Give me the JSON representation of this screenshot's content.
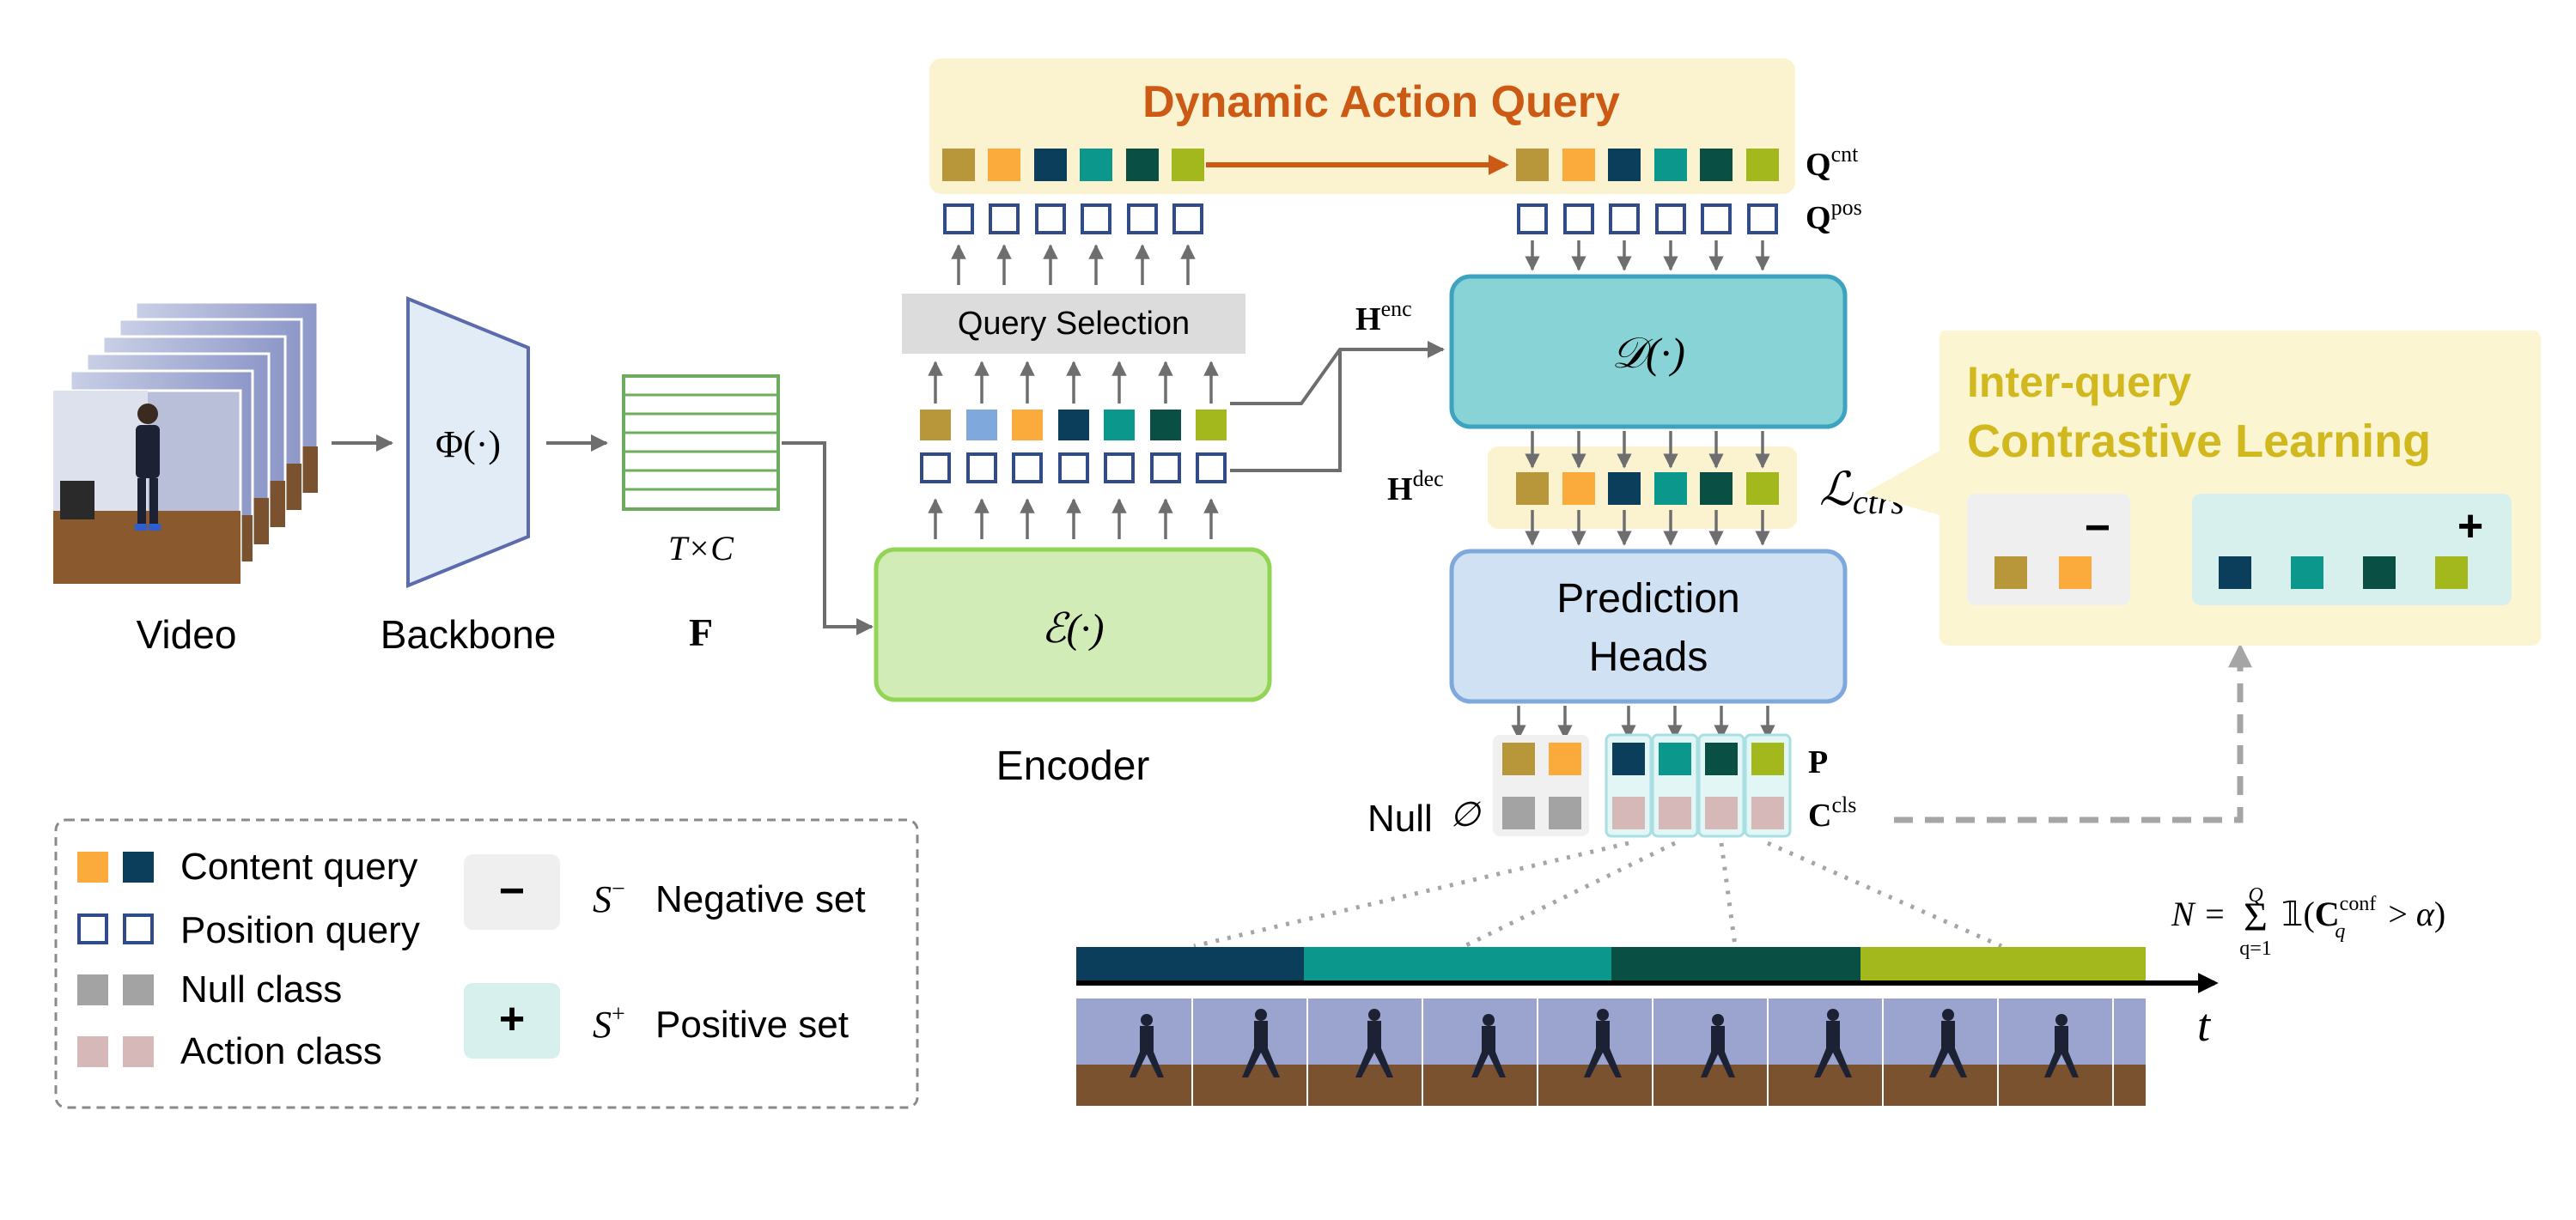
{
  "pipeline": {
    "video_label": "Video",
    "backbone_label": "Backbone",
    "backbone_symbol": "Φ(·)",
    "feature_dim": "T×C",
    "feature_symbol": "F"
  },
  "encoder": {
    "symbol": "ℰ(·)",
    "label": "Encoder"
  },
  "query_selection": {
    "label": "Query Selection",
    "h_enc": "H",
    "h_enc_sup": "enc"
  },
  "dynamic_query": {
    "title": "Dynamic Action Query",
    "q_cnt": "Q",
    "q_cnt_sup": "cnt",
    "q_pos": "Q",
    "q_pos_sup": "pos"
  },
  "decoder": {
    "symbol": "𝒟(·)",
    "h_dec": "H",
    "h_dec_sup": "dec",
    "loss_symbol": "ℒ",
    "loss_sub": "ctrs"
  },
  "prediction": {
    "heads_line1": "Prediction",
    "heads_line2": "Heads",
    "p_label": "P",
    "c_label": "C",
    "c_sup": "cls",
    "null_label": "Null",
    "null_symbol": "∅"
  },
  "contrastive": {
    "title_line1": "Inter-query",
    "title_line2": "Contrastive Learning",
    "neg_sign": "−",
    "pos_sign": "+"
  },
  "timeline": {
    "t_label": "t",
    "count_formula": "N = Σ 𝟙(C",
    "count_formula_sup": "conf",
    "count_formula_sub": "q",
    "count_formula_tail": " > α)",
    "sum_top": "Q",
    "sum_bottom": "q=1"
  },
  "legend": {
    "content_query": "Content query",
    "position_query": "Position query",
    "null_class": "Null class",
    "action_class": "Action class",
    "neg_sign": "−",
    "neg_set": "Negative set",
    "neg_sym": "S",
    "neg_sup": "−",
    "pos_sign": "+",
    "pos_set": "Positive set",
    "pos_sym": "S",
    "pos_sup": "+"
  },
  "colors": {
    "gold": "#b8963a",
    "orange": "#fbaa3c",
    "lightblue": "#7fa9dc",
    "navy": "#0b3e5a",
    "teal": "#0b978c",
    "darkgreen": "#0a4f43",
    "lime": "#a3b81c",
    "position_border": "#2f4b8a",
    "null_gray": "#a3a3a3",
    "action_pink": "#d7b8b8",
    "encoder_fill": "#d2ecb8",
    "encoder_border": "#92d454",
    "decoder_fill": "#87d3d5",
    "decoder_border": "#3ea3c0",
    "heads_fill": "#cfe1f3",
    "heads_border": "#7fa9dc",
    "query_band": "#fbf3cf",
    "contrastive_bg": "#fbf6d1",
    "title_orange": "#cc5a14",
    "title_gold": "#d2b81f"
  }
}
